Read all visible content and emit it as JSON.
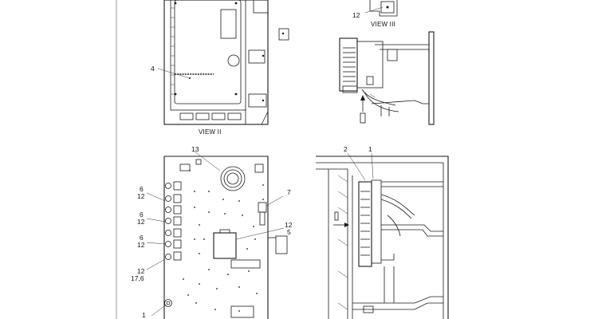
{
  "views": {
    "view2": {
      "label": "VIEW II"
    },
    "view3": {
      "label": "VIEW III"
    }
  },
  "callouts": {
    "top_left_4": "4",
    "top_right_12": "12",
    "bl_13": "13",
    "bl_6a": "6",
    "bl_12a": "12",
    "bl_6b": "6",
    "bl_12b": "12",
    "bl_6c": "6",
    "bl_12c": "12",
    "bl_12d": "12",
    "bl_176": "17,6",
    "bl_1": "1",
    "bl_7": "7",
    "bl_12e": "12",
    "bl_5": "5",
    "br_2": "2",
    "br_1": "1"
  },
  "colors": {
    "line": "#1a1a1a",
    "background": "#ffffff"
  }
}
